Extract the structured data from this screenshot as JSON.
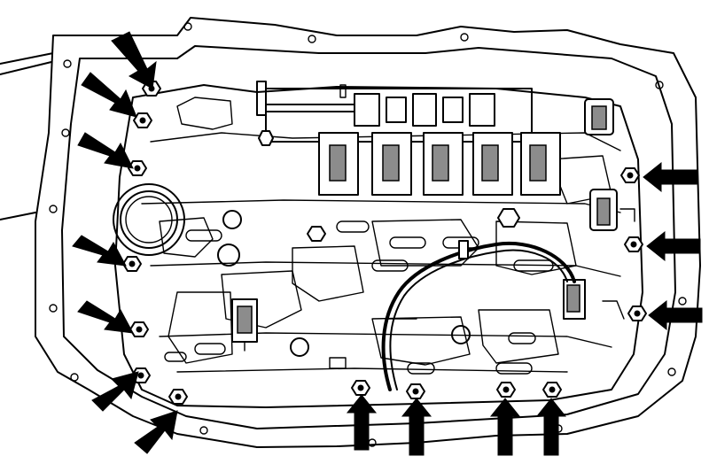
{
  "figure": {
    "subject": "transmission-valve-body-bolt-locations",
    "line_color": "#000000",
    "background_color": "#ffffff",
    "accent_gray": "#8c8c8c",
    "arrow_count": 14,
    "arrow_icon": "solid-black-pointer-arrow"
  }
}
